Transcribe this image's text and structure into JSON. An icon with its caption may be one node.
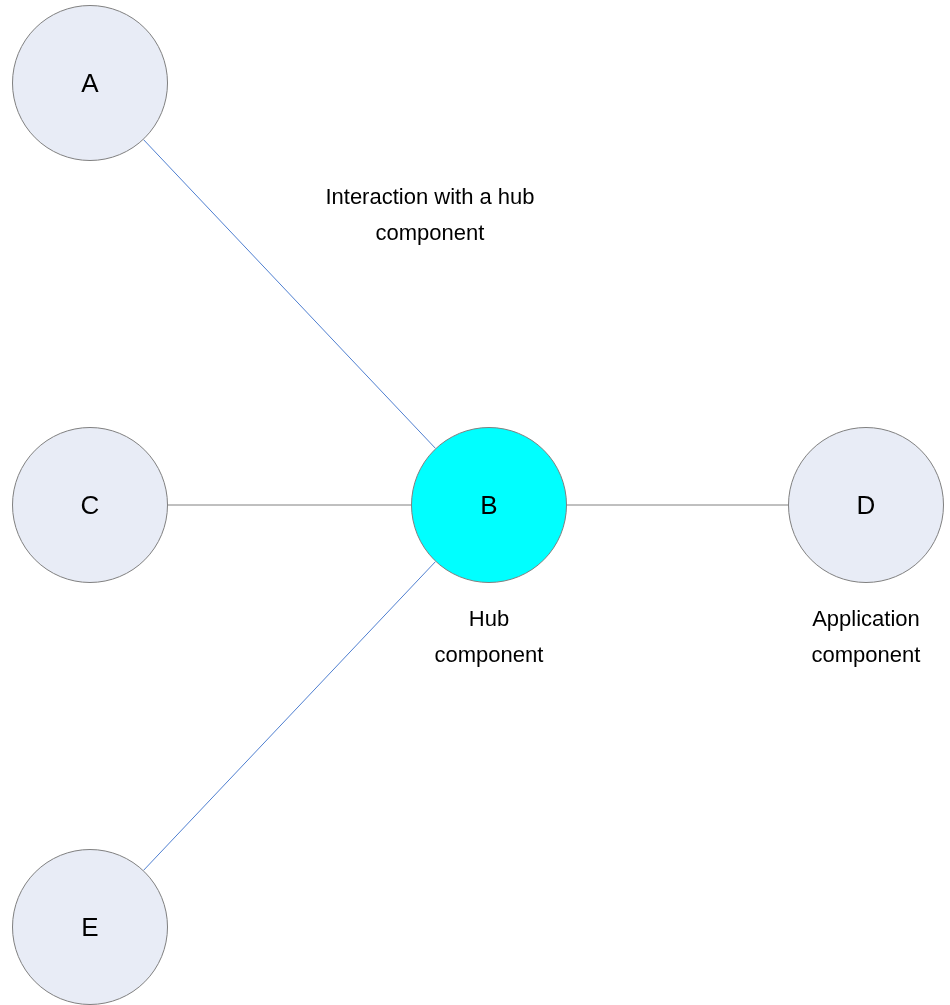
{
  "diagram": {
    "nodes": [
      {
        "text": [
          "A"
        ]
      },
      {
        "text": [
          "C"
        ]
      },
      {
        "text": [
          "B"
        ],
        "beside": [
          "Hub component"
        ]
      },
      {
        "text": [
          "D"
        ],
        "beside": [
          "Application component"
        ]
      },
      {
        "text": [
          "E"
        ]
      }
    ],
    "edges": [
      {
        "from": 0,
        "to": 2,
        "arrow": "none",
        "label": "Interaction with a hub component",
        "color": "#4f7fd0"
      },
      {
        "from": 1,
        "to": 2,
        "arrow": "none"
      },
      {
        "from": 2,
        "to": 3,
        "arrow": "none"
      },
      {
        "from": 4,
        "to": 2,
        "arrow": "none",
        "color": "#4f7fd0"
      }
    ]
  }
}
